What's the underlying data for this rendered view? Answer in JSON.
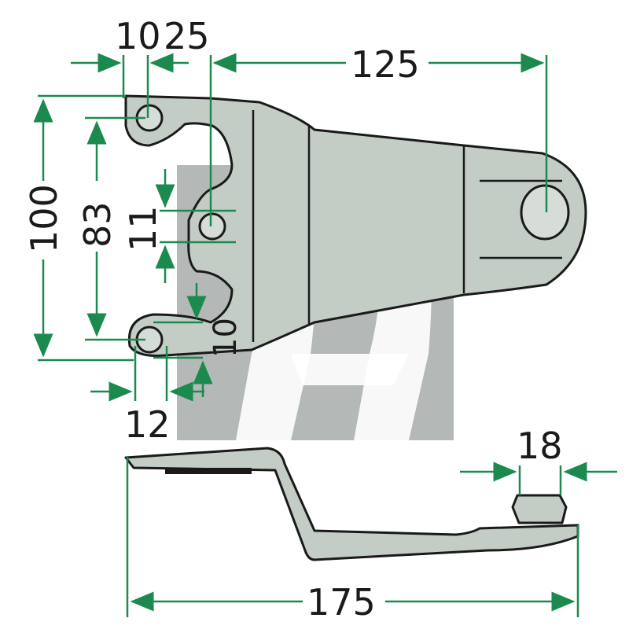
{
  "image": {
    "subject": "bracket technical drawing with dimensions",
    "dimension_color": "#1c8a4f",
    "part_color": "#c4ccc6",
    "watermark_color": "#a7aca9"
  },
  "dimensions": {
    "top_left_a": "10",
    "top_left_b": "25",
    "top_span": "125",
    "height_total": "100",
    "height_inner": "83",
    "slot_height": "11",
    "slot_depth": "10",
    "bottom_hole": "12",
    "side_pin": "18",
    "side_length": "175"
  }
}
